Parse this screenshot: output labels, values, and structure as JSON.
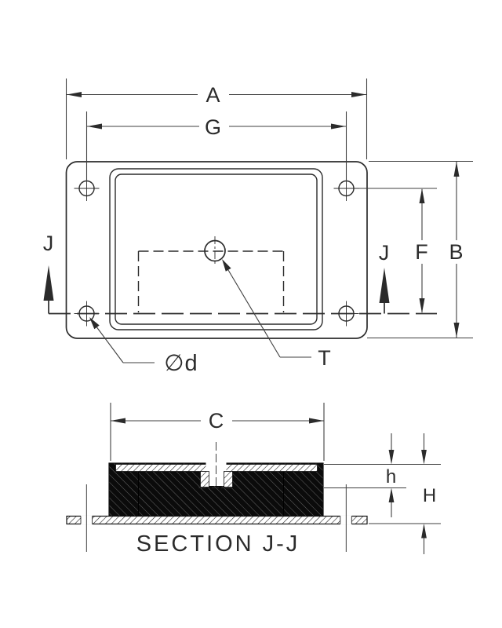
{
  "labels": {
    "dim_a": "A",
    "dim_g": "G",
    "dim_b": "B",
    "dim_f": "F",
    "dim_c": "C",
    "dim_h_small": "h",
    "dim_h_large": "H",
    "section_arrow_left": "J",
    "section_arrow_right": "J",
    "hole_diameter_label": "∅d",
    "tapped_hole_label": "T",
    "section_title": "SECTION J-J"
  },
  "colors": {
    "line": "#2b2b2b",
    "dim": "#3f3f3f",
    "hatch": "#1f1f1f",
    "rubber": "#0b0b0b",
    "streak": "#666666",
    "background": "#ffffff"
  }
}
